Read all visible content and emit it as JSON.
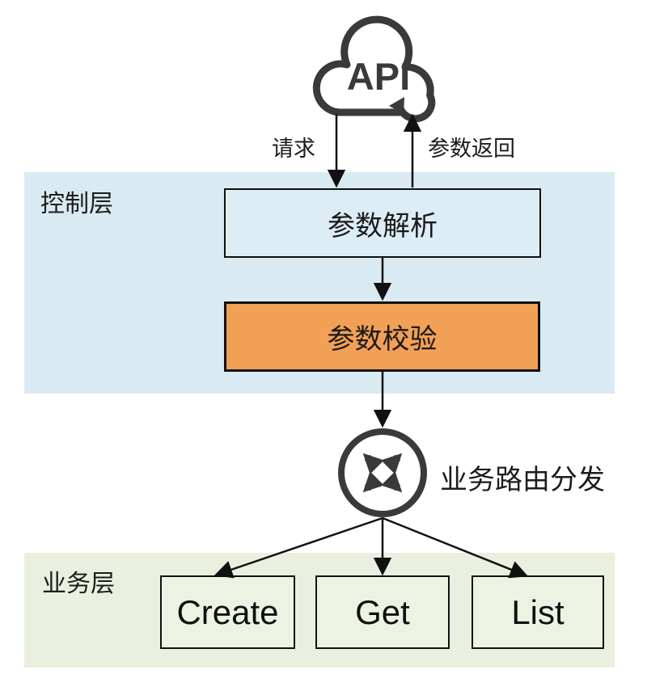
{
  "cloud": {
    "label": "API"
  },
  "edges": {
    "request_label": "请求",
    "return_label": "参数返回"
  },
  "router": {
    "label": "业务路由分发"
  },
  "layers": {
    "control": {
      "label": "控制层",
      "parse_box": "参数解析",
      "validate_box": "参数校验"
    },
    "business": {
      "label": "业务层",
      "services": [
        "Create",
        "Get",
        "List"
      ]
    }
  },
  "colors": {
    "control_band": "#d9eaf2",
    "control_box_fill": "#dcedf5",
    "validate_box_fill": "#f2a055",
    "business_band": "#e9f0df",
    "business_box_fill": "#edf3e3",
    "icon_gray": "#3a3a3a",
    "line_black": "#111111"
  }
}
